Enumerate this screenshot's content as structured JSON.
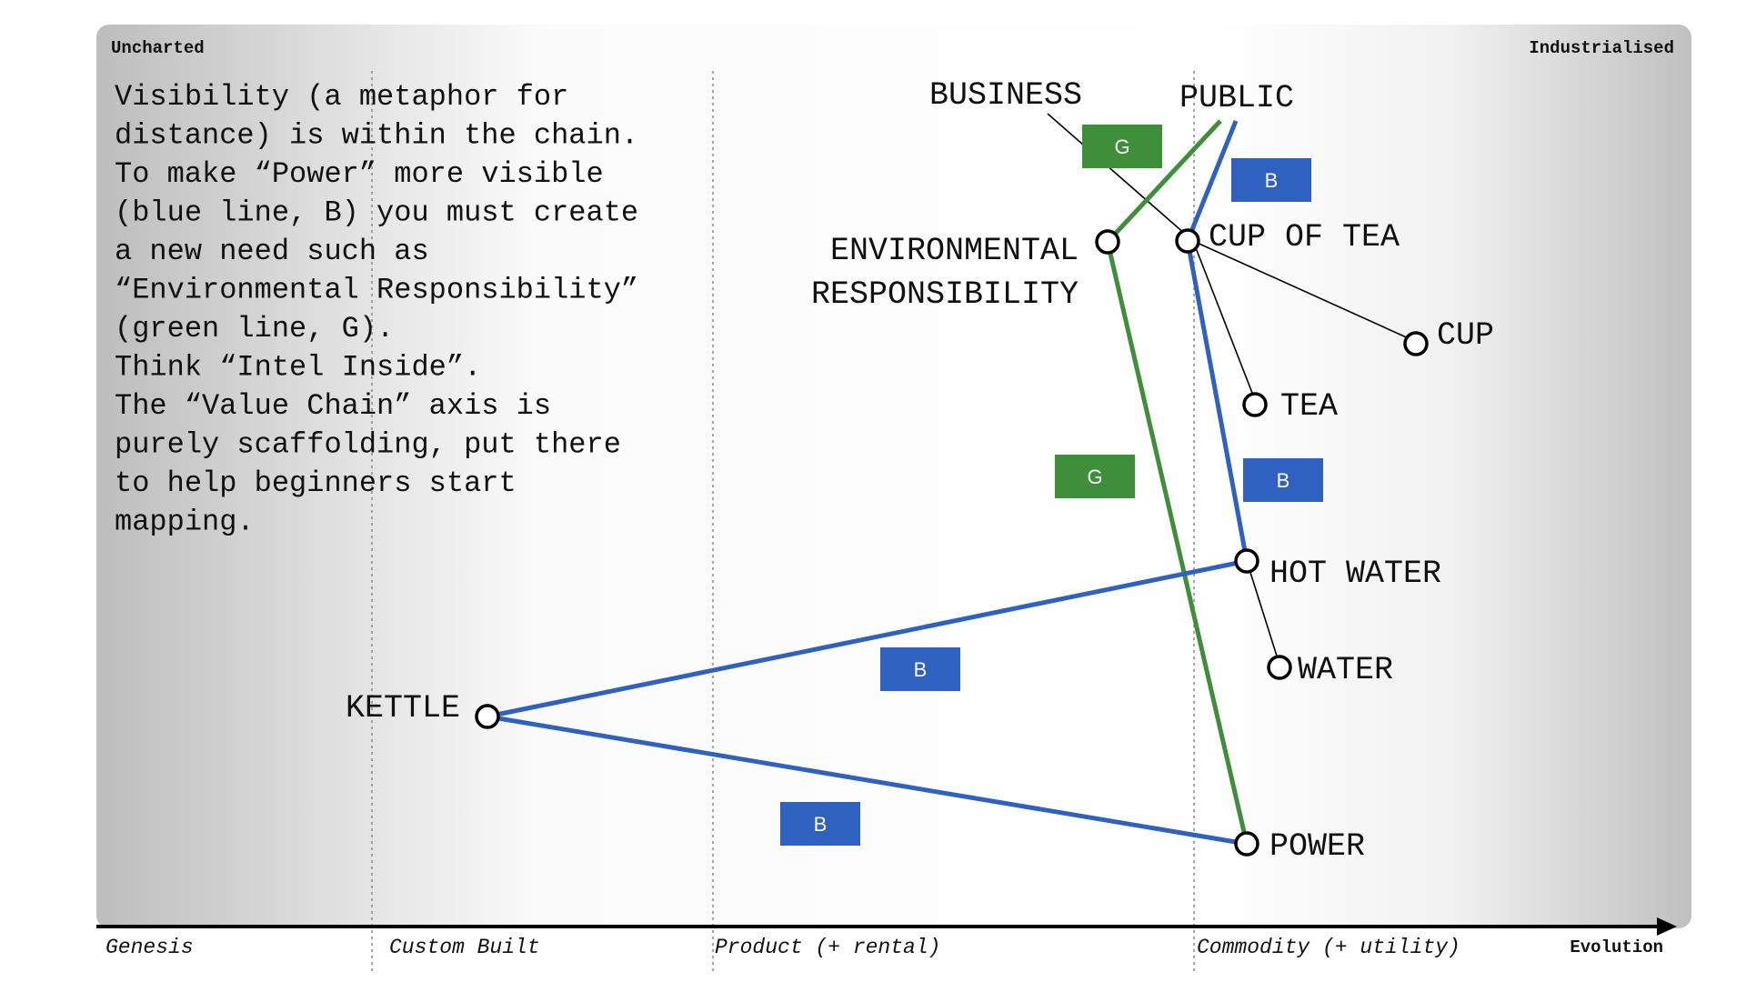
{
  "corners": {
    "left": "Uncharted",
    "right": "Industrialised"
  },
  "axis": {
    "label": "Evolution",
    "stages": [
      "Genesis",
      "Custom Built",
      "Product (+ rental)",
      "Commodity (+ utility)"
    ]
  },
  "notes": [
    "Visibility (a metaphor for",
    "distance) is within the chain.",
    "",
    "To make “Power” more visible",
    "(blue line, B) you must create",
    "a new need such as",
    "“Environmental Responsibility”",
    "(green line, G).",
    "",
    "Think “Intel Inside”.",
    "",
    "The “Value Chain” axis is",
    "purely scaffolding, put there",
    "to help beginners start",
    "mapping."
  ],
  "users": {
    "business": "BUSINESS",
    "public": "PUBLIC"
  },
  "components": {
    "env_line1": "ENVIRONMENTAL",
    "env_line2": "RESPONSIBILITY",
    "cup_of_tea": "CUP OF TEA",
    "cup": "CUP",
    "tea": "TEA",
    "hot_water": "HOT WATER",
    "water": "WATER",
    "kettle": "KETTLE",
    "power": "POWER"
  },
  "badges": {
    "green": "G",
    "blue": "B"
  },
  "colors": {
    "blue_line": "#2f62c0",
    "green_line": "#3f8e3a",
    "blue_badge": "#2f62c0",
    "green_badge": "#3f8e3a"
  }
}
